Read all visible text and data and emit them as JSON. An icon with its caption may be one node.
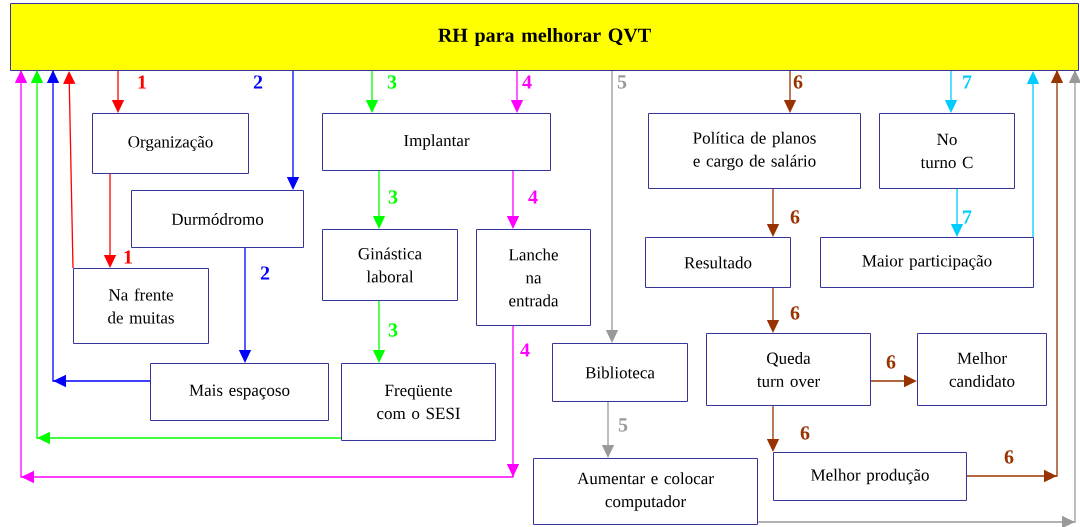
{
  "diagram": {
    "nodes": [
      {
        "text": [
          "RH para melhorar QVT"
        ]
      },
      {
        "text": [
          "Organização"
        ]
      },
      {
        "text": [
          "Durmódromo"
        ]
      },
      {
        "text": [
          "Na frente de muitas"
        ]
      },
      {
        "text": [
          "Mais espaçoso"
        ]
      },
      {
        "text": [
          "Implantar"
        ]
      },
      {
        "text": [
          "Ginástica laboral"
        ]
      },
      {
        "text": [
          "Lanche na entrada"
        ]
      },
      {
        "text": [
          "Freqüente com o SESI"
        ]
      },
      {
        "text": [
          "Biblioteca"
        ]
      },
      {
        "text": [
          "Aumentar e colocar computador"
        ]
      },
      {
        "text": [
          "Política de planos e cargo de salário"
        ]
      },
      {
        "text": [
          "No turno C"
        ]
      },
      {
        "text": [
          "Resultado"
        ]
      },
      {
        "text": [
          "Maior participação"
        ]
      },
      {
        "text": [
          "Queda turn over"
        ]
      },
      {
        "text": [
          "Melhor candidato"
        ]
      },
      {
        "text": [
          "Melhor produção"
        ]
      }
    ],
    "edges": [
      {
        "from": 0,
        "to": 1,
        "arrow": "to",
        "label": "1",
        "color": "#ff0000"
      },
      {
        "from": 1,
        "to": 3,
        "arrow": "to",
        "label": "1",
        "color": "#ff0000"
      },
      {
        "from": 3,
        "to": 0,
        "arrow": "to",
        "color": "#ff0000"
      },
      {
        "from": 0,
        "to": 2,
        "arrow": "to",
        "label": "2",
        "color": "#0000ff"
      },
      {
        "from": 2,
        "to": 4,
        "arrow": "to",
        "label": "2",
        "color": "#0000ff"
      },
      {
        "from": 4,
        "to": 0,
        "arrow": "to",
        "color": "#0000ff"
      },
      {
        "from": 0,
        "to": 5,
        "arrow": "to",
        "label": "3",
        "color": "#00ff00"
      },
      {
        "from": 5,
        "to": 6,
        "arrow": "to",
        "label": "3",
        "color": "#00ff00"
      },
      {
        "from": 6,
        "to": 8,
        "arrow": "to",
        "label": "3",
        "color": "#00ff00"
      },
      {
        "from": 8,
        "to": 0,
        "arrow": "to",
        "color": "#00ff00"
      },
      {
        "from": 0,
        "to": 5,
        "arrow": "to",
        "label": "4",
        "color": "#ff00ff"
      },
      {
        "from": 5,
        "to": 7,
        "arrow": "to",
        "label": "4",
        "color": "#ff00ff"
      },
      {
        "from": 7,
        "to": 0,
        "arrow": "to",
        "label": "4",
        "color": "#ff00ff"
      },
      {
        "from": 0,
        "to": 9,
        "arrow": "to",
        "label": "5",
        "color": "#999999"
      },
      {
        "from": 9,
        "to": 10,
        "arrow": "to",
        "label": "5",
        "color": "#999999"
      },
      {
        "from": 10,
        "to": 0,
        "arrow": "to",
        "color": "#999999"
      },
      {
        "from": 0,
        "to": 11,
        "arrow": "to",
        "label": "6",
        "color": "#993300"
      },
      {
        "from": 11,
        "to": 13,
        "arrow": "to",
        "label": "6",
        "color": "#993300"
      },
      {
        "from": 13,
        "to": 15,
        "arrow": "to",
        "label": "6",
        "color": "#993300"
      },
      {
        "from": 15,
        "to": 16,
        "arrow": "to",
        "label": "6",
        "color": "#993300"
      },
      {
        "from": 15,
        "to": 17,
        "arrow": "to",
        "label": "6",
        "color": "#993300"
      },
      {
        "from": 17,
        "to": 0,
        "arrow": "to",
        "label": "6",
        "color": "#993300"
      },
      {
        "from": 0,
        "to": 12,
        "arrow": "to",
        "label": "7",
        "color": "#00ccff"
      },
      {
        "from": 12,
        "to": 14,
        "arrow": "to",
        "label": "7",
        "color": "#00ccff"
      },
      {
        "from": 14,
        "to": 0,
        "arrow": "to",
        "color": "#00ccff"
      }
    ]
  }
}
